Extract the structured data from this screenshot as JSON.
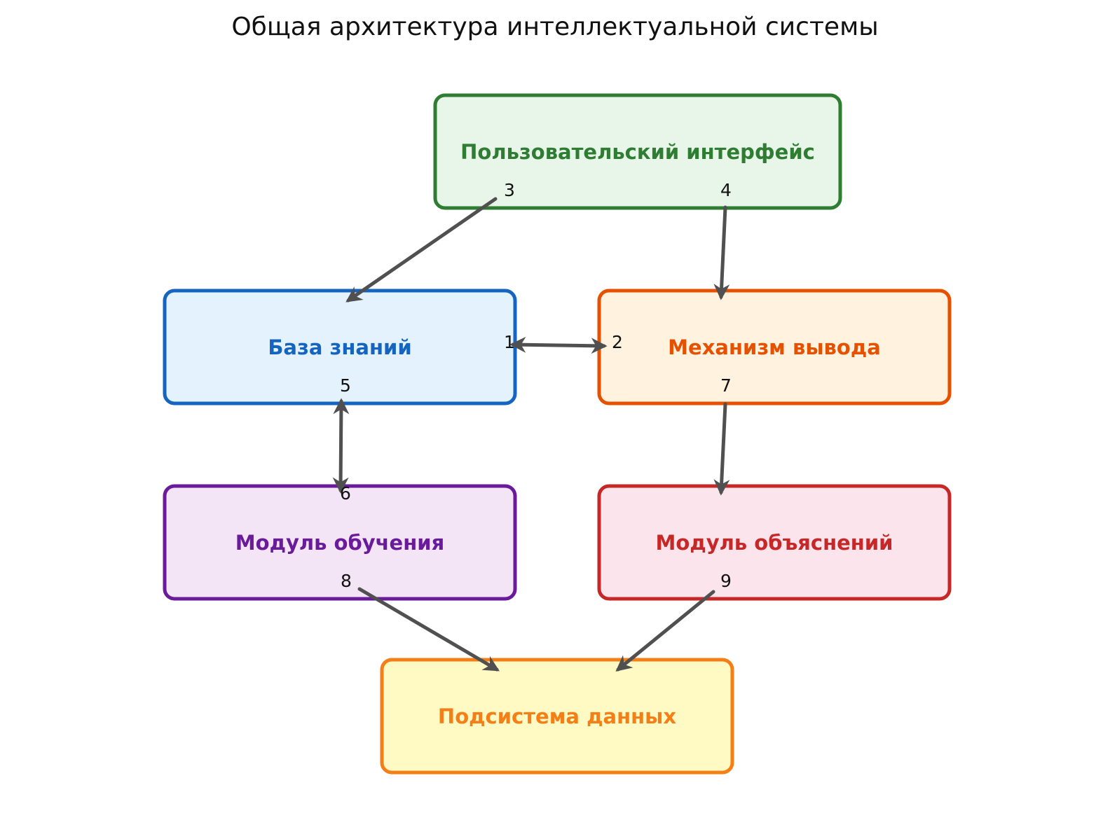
{
  "title": "Общая архитектура интеллектуальной системы",
  "nodes": {
    "ui": {
      "label": "Пользовательский интерфейс",
      "border": "#2e7d32",
      "fill": "#e8f5e9",
      "text": "#2e7d32"
    },
    "kb": {
      "label": "База знаний",
      "border": "#1565c0",
      "fill": "#e3f2fd",
      "text": "#1565c0"
    },
    "inference": {
      "label": "Механизм вывода",
      "border": "#e65100",
      "fill": "#fff3e0",
      "text": "#e65100"
    },
    "learning": {
      "label": "Модуль обучения",
      "border": "#6a1b9a",
      "fill": "#f3e5f5",
      "text": "#6a1b9a"
    },
    "explanation": {
      "label": "Модуль объяснений",
      "border": "#c62828",
      "fill": "#fce4ec",
      "text": "#c62828"
    },
    "data": {
      "label": "Подсистема данных",
      "border": "#f57f17",
      "fill": "#fff9c4",
      "text": "#f57f17"
    }
  },
  "ports": {
    "p1": "1",
    "p2": "2",
    "p3": "3",
    "p4": "4",
    "p5": "5",
    "p6": "6",
    "p7": "7",
    "p8": "8",
    "p9": "9"
  },
  "edges": [
    {
      "from": "kb",
      "to": "inference",
      "type": "bidirectional",
      "from_port": "1",
      "to_port": "2"
    },
    {
      "from": "ui",
      "to": "kb",
      "type": "directed",
      "from_port": "3"
    },
    {
      "from": "ui",
      "to": "inference",
      "type": "directed",
      "from_port": "4"
    },
    {
      "from": "kb",
      "to": "learning",
      "type": "bidirectional",
      "from_port": "5",
      "to_port": "6"
    },
    {
      "from": "inference",
      "to": "explanation",
      "type": "directed",
      "from_port": "7"
    },
    {
      "from": "learning",
      "to": "data",
      "type": "directed",
      "from_port": "8"
    },
    {
      "from": "explanation",
      "to": "data",
      "type": "directed",
      "from_port": "9"
    }
  ],
  "colors": {
    "edge": "#505050",
    "title": "#111111"
  }
}
